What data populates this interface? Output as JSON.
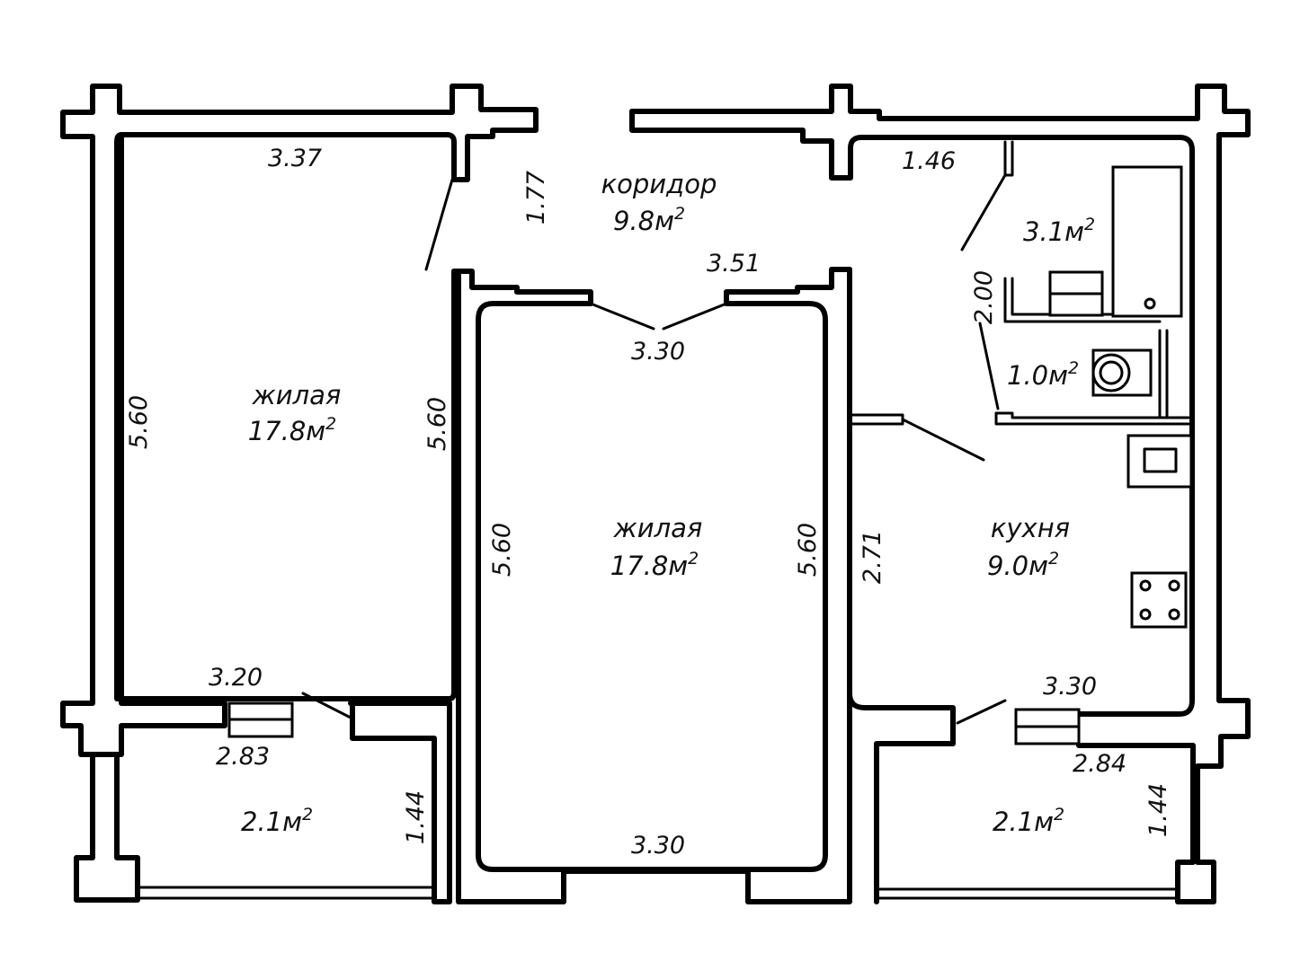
{
  "rooms": {
    "living_left": {
      "name": "жилая",
      "area": "17.8м",
      "unit_power": "2"
    },
    "living_mid": {
      "name": "жилая",
      "area": "17.8м",
      "unit_power": "2"
    },
    "corridor": {
      "name": "коридор",
      "area": "9.8м",
      "unit_power": "2"
    },
    "kitchen": {
      "name": "кухня",
      "area": "9.0м",
      "unit_power": "2"
    },
    "bathroom": {
      "area": "3.1м",
      "unit_power": "2"
    },
    "toilet": {
      "area": "1.0м",
      "unit_power": "2"
    },
    "balcony_left": {
      "area": "2.1м",
      "unit_power": "2"
    },
    "balcony_right": {
      "area": "2.1м",
      "unit_power": "2"
    }
  },
  "dimensions": {
    "left_top_width": "3.37",
    "left_height_outer": "5.60",
    "left_height_inner": "5.60",
    "left_bottom_width": "3.20",
    "left_balcony_width": "2.83",
    "left_balcony_depth": "1.44",
    "corridor_depth": "1.77",
    "corridor_width": "3.51",
    "mid_top_width": "3.30",
    "mid_height_left": "5.60",
    "mid_height_right": "5.60",
    "mid_bottom_width": "3.30",
    "bath_top_width": "1.46",
    "bath_depth": "2.00",
    "kitchen_depth": "2.71",
    "kitchen_bottom_width": "3.30",
    "right_balcony_width": "2.84",
    "right_balcony_depth": "1.44"
  }
}
